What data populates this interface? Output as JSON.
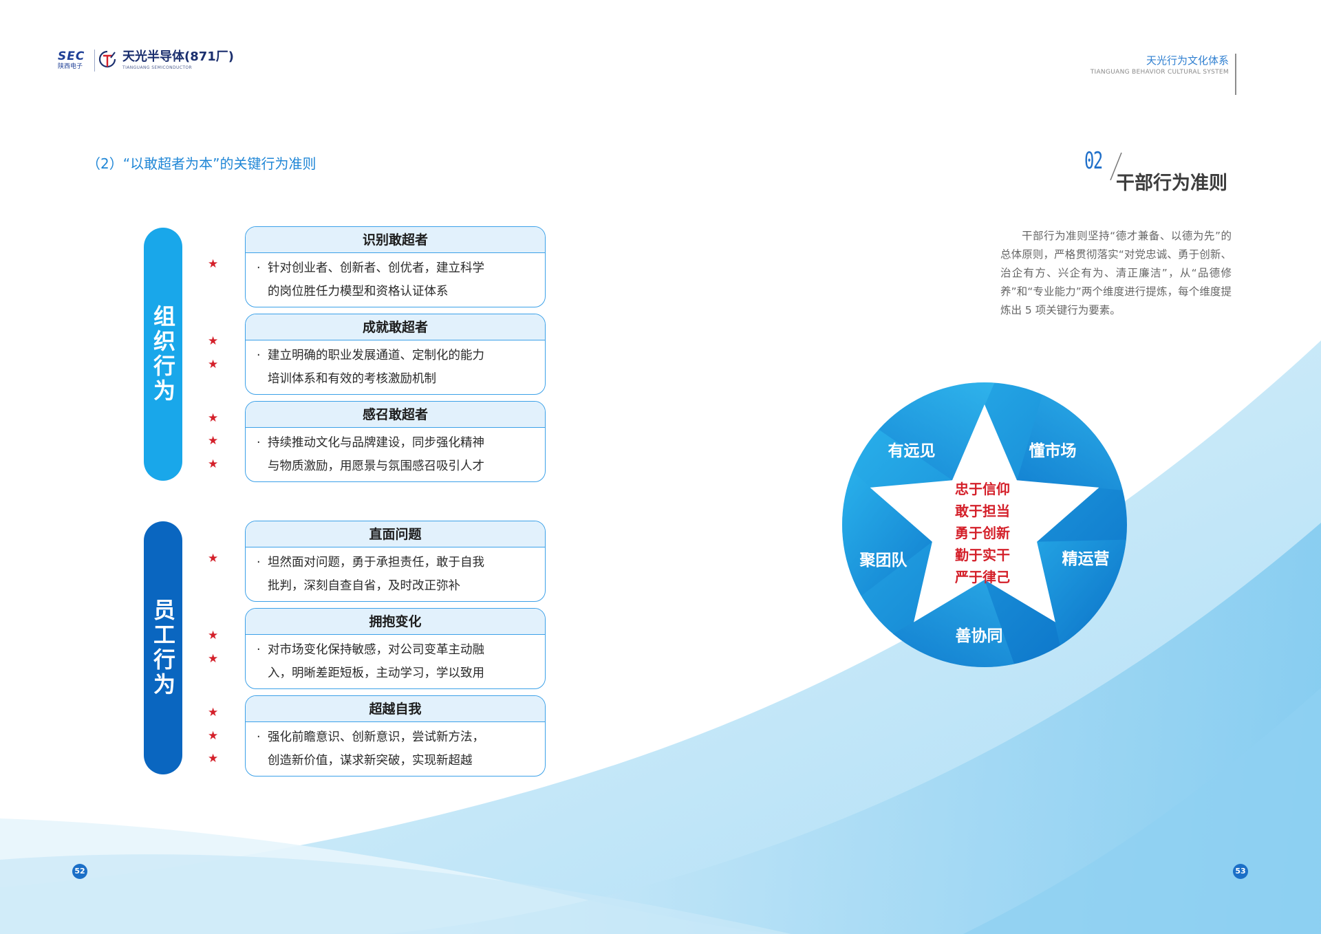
{
  "header": {
    "logo_short": "SEC",
    "logo_short_sub": "陕西电子",
    "company_name": "天光半导体(871厂)",
    "company_name_en": "TIANGUANG SEMICONDUCTOR",
    "section_title": "天光行为文化体系",
    "section_title_en": "TIANGUANG BEHAVIOR CULTURAL SYSTEM"
  },
  "left": {
    "subsection_title": "（2）“以敢超者为本”的关键行为准则",
    "groups": [
      {
        "label": "组织行为",
        "items": [
          {
            "title": "识别敢超者",
            "lines": [
              "针对创业者、创新者、创优者，建立科学",
              "的岗位胜任力模型和资格认证体系"
            ],
            "stars": 1
          },
          {
            "title": "成就敢超者",
            "lines": [
              "建立明确的职业发展通道、定制化的能力",
              "培训体系和有效的考核激励机制"
            ],
            "stars": 2
          },
          {
            "title": "感召敢超者",
            "lines": [
              "持续推动文化与品牌建设，同步强化精神",
              "与物质激励，用愿景与氛围感召吸引人才"
            ],
            "stars": 3
          }
        ]
      },
      {
        "label": "员工行为",
        "items": [
          {
            "title": "直面问题",
            "lines": [
              "坦然面对问题，勇于承担责任，敢于自我",
              "批判，深刻自查自省，及时改正弥补"
            ],
            "stars": 1
          },
          {
            "title": "拥抱变化",
            "lines": [
              "对市场变化保持敏感，对公司变革主动融",
              "入，明晰差距短板，主动学习，学以致用"
            ],
            "stars": 2
          },
          {
            "title": "超越自我",
            "lines": [
              "强化前瞻意识、创新意识，尝试新方法，",
              "创造新价值，谋求新突破，实现新超越"
            ],
            "stars": 3
          }
        ]
      }
    ],
    "bullet": "·",
    "star_char": "★",
    "page_number": "52"
  },
  "right": {
    "number": "02",
    "title": "干部行为准则",
    "intro": "干部行为准则坚持“德才兼备、以德为先”的总体原则，严格贯彻落实“对党忠诚、勇于创新、治企有方、兴企有为、清正廉洁”，从“品德修养”和“专业能力”两个维度进行提炼，每个维度提炼出 5 项关键行为要素。",
    "wheel": {
      "segments": [
        "有远见",
        "懂市场",
        "精运营",
        "善协同",
        "聚团队"
      ],
      "center": [
        "忠于信仰",
        "敢于担当",
        "勇于创新",
        "勤于实干",
        "严于律己"
      ]
    },
    "page_number": "53"
  },
  "colors": {
    "light_blue": "#19a7ea",
    "dark_blue": "#0a66c0",
    "star_red": "#d4202a",
    "box_border": "#3aa0e8"
  }
}
